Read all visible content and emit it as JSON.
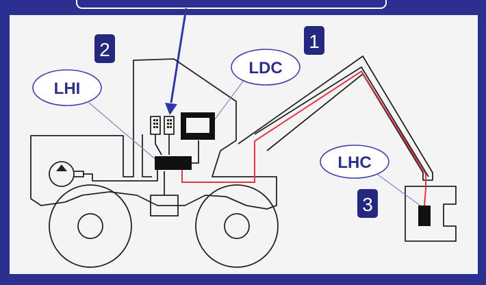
{
  "labels": {
    "lhi": "LHI",
    "ldc": "LDC",
    "lhc": "LHC"
  },
  "badges": {
    "one": "1",
    "two": "2",
    "three": "3"
  },
  "colors": {
    "frame": "#2b2f8f",
    "badge": "#24287f",
    "arrow": "#2f35a8",
    "oval_stroke": "#3d3fa8",
    "oval_text": "#2e2f8c",
    "hose": "#e0344a",
    "outline": "#222222",
    "paper": "#f4f4f5"
  }
}
